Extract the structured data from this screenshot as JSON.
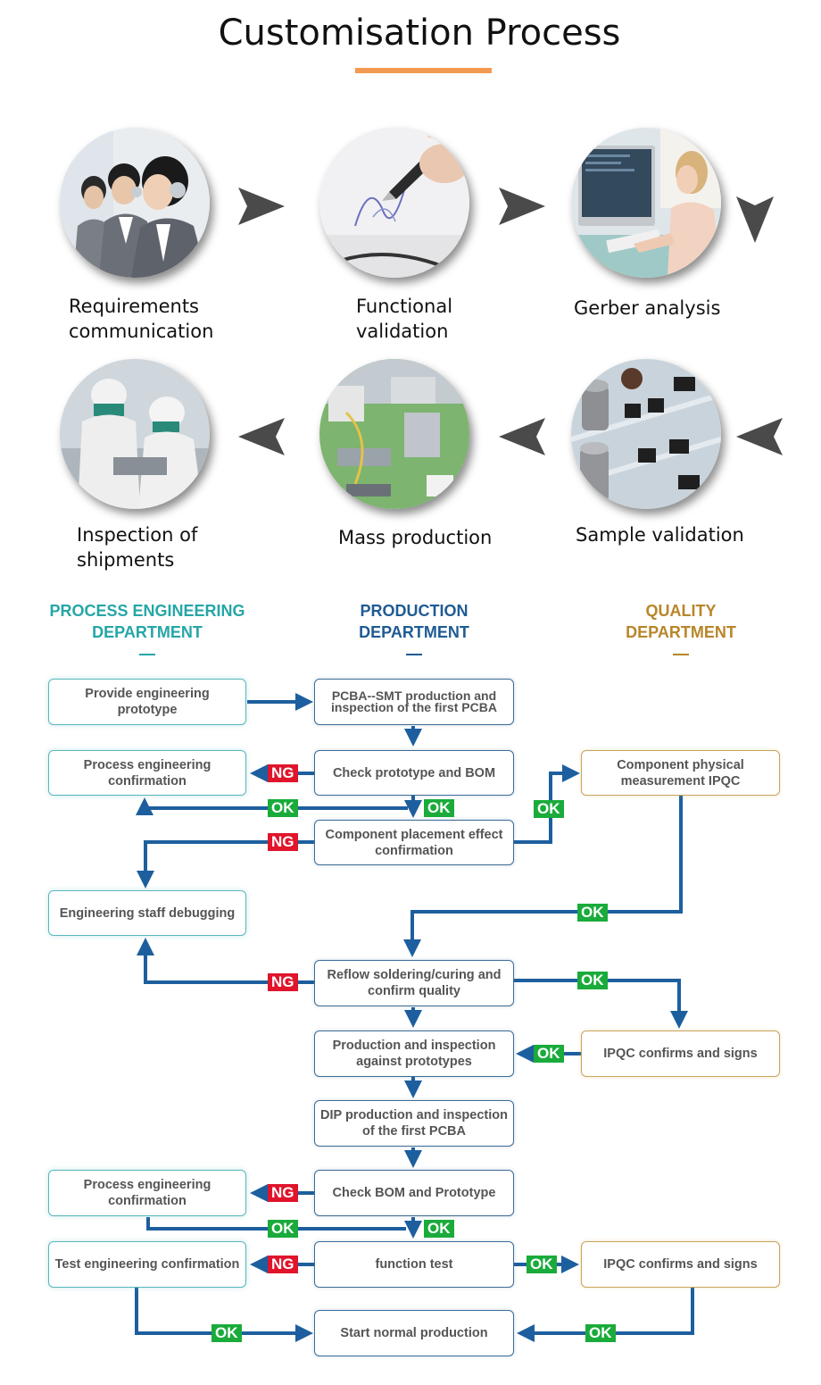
{
  "page": {
    "title": "Customisation Process",
    "accent_color": "#f39a52"
  },
  "steps": [
    {
      "label_line1": "Requirements",
      "label_line2": "communication",
      "icon": "call-center-photo"
    },
    {
      "label_line1": "Functional",
      "label_line2": "validation",
      "icon": "signing-pen-photo"
    },
    {
      "label_line1": "Gerber analysis",
      "label_line2": "",
      "icon": "computer-work-photo"
    },
    {
      "label_line1": "Sample validation",
      "label_line2": "",
      "icon": "pcb-components-photo"
    },
    {
      "label_line1": "Mass production",
      "label_line2": "",
      "icon": "factory-floor-photo"
    },
    {
      "label_line1": "Inspection of",
      "label_line2": "shipments",
      "icon": "cleanroom-workers-photo"
    }
  ],
  "departments": [
    {
      "line1": "PROCESS ENGINEERING",
      "line2": "DEPARTMENT",
      "color": "#26a6a6"
    },
    {
      "line1": "PRODUCTION",
      "line2": "DEPARTMENT",
      "color": "#1f5b94"
    },
    {
      "line1": "QUALITY",
      "line2": "DEPARTMENT",
      "color": "#b8862a"
    }
  ],
  "flow": {
    "line_color": "#1d5f9e",
    "ok_color": "#1aab3b",
    "ng_color": "#e0142b",
    "boxes": {
      "provide_prototype": "Provide engineering prototype",
      "smt_first": "PCBA--SMT production and inspection of the first PCBA",
      "pe_confirm_1": "Process engineering confirmation",
      "check_proto_bom": "Check prototype and BOM",
      "component_measure": "Component physical measurement IPQC",
      "placement_confirm": "Component placement effect confirmation",
      "eng_debug": "Engineering staff debugging",
      "reflow": "Reflow soldering/curing and confirm quality",
      "production_inspect": "Production and inspection against prototypes",
      "ipqc_signs_1": "IPQC confirms and signs",
      "dip_first": "DIP production and inspection of the first PCBA",
      "pe_confirm_2": "Process engineering confirmation",
      "check_bom_proto": "Check BOM and Prototype",
      "test_eng_confirm": "Test engineering confirmation",
      "function_test": "function test",
      "ipqc_signs_2": "IPQC confirms and signs",
      "start_production": "Start normal production"
    },
    "ok_label": "OK",
    "ng_label": "NG"
  }
}
